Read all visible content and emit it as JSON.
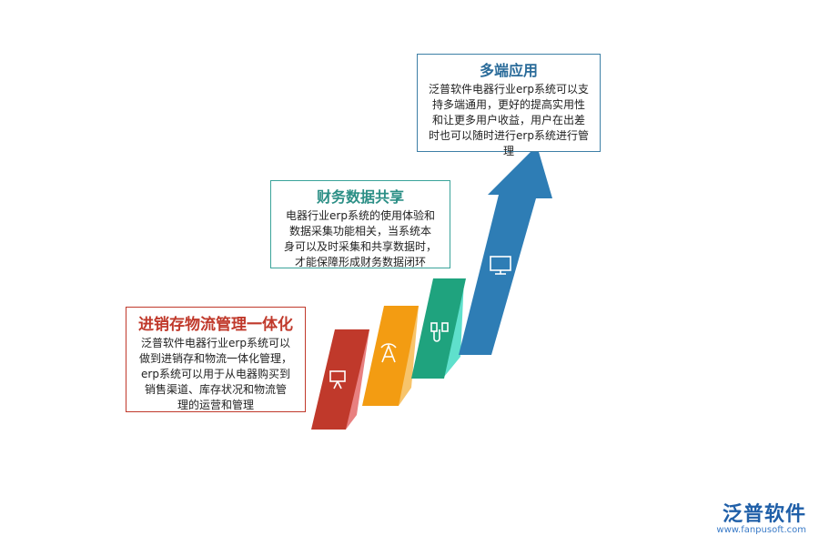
{
  "stages": [
    {
      "title": "进销存物流管理一体化",
      "body": "泛普软件电器行业erp系统可以\n做到进销存和物流一体化管理，\nerp系统可以用于从电器购买到\n销售渠道、库存状况和物流管\n理的运营和管理",
      "color": "#c0392b",
      "icon": "presentation-board-icon"
    },
    {
      "title": "财务数据共享",
      "body": "电器行业erp系统的使用体验和\n数据采集功能相关，当系统本\n身可以及时采集和共享数据时，\n才能保障形成财务数据闭环",
      "color": "#2c8f86",
      "icon": "signal-tower-icon"
    },
    {
      "title": "多端应用",
      "body": "泛普软件电器行业erp系统可以支\n持多端通用，更好的提高实用性\n和让更多用户收益，用户在出差\n时也可以随时进行erp系统进行管\n理",
      "color": "#2b6c9a",
      "icon": "monitor-icon"
    }
  ],
  "ribbon_colors": [
    "#c0392b",
    "#f39c12",
    "#1fa37e",
    "#2e7db5"
  ],
  "logo": {
    "brand": "泛普软件",
    "url": "www.fanpusoft.com"
  }
}
